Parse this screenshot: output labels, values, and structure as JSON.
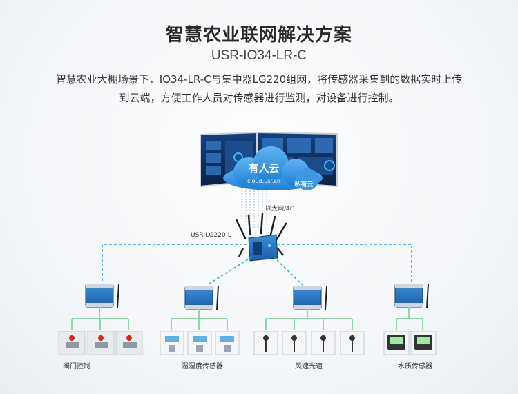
{
  "header": {
    "title": "智慧农业联网解决方案",
    "model": "USR-IO34-LR-C",
    "description_line1": "智慧农业大棚场景下，IO34-LR-C与集中器LG220组网，将传感器采集到的数据实时上传",
    "description_line2": "到云端，方便工作人员对传感器进行监测，对设备进行控制。"
  },
  "cloud": {
    "name": "有人云",
    "url": "cloud.usr.cn",
    "private_cloud": "私有云",
    "link_label": "以太网/4G"
  },
  "gateway": {
    "label": "USR-LG220-L"
  },
  "groups": [
    {
      "label": "阀门控制",
      "device_count": 3,
      "device_type": "valve-icon"
    },
    {
      "label": "温湿度传感器",
      "device_count": 3,
      "device_type": "temp-humidity-sensor-icon"
    },
    {
      "label": "风速光速",
      "device_count": 4,
      "device_type": "wind-light-sensor-icon"
    },
    {
      "label": "水质传感器",
      "device_count": 2,
      "device_type": "water-quality-sensor-icon"
    }
  ],
  "colors": {
    "link_dashed": "#2ba3d9",
    "bus_green": "#8fd8a6",
    "cloud_blue": "#2f8fe0",
    "screen_dark": "#0f2a55"
  }
}
